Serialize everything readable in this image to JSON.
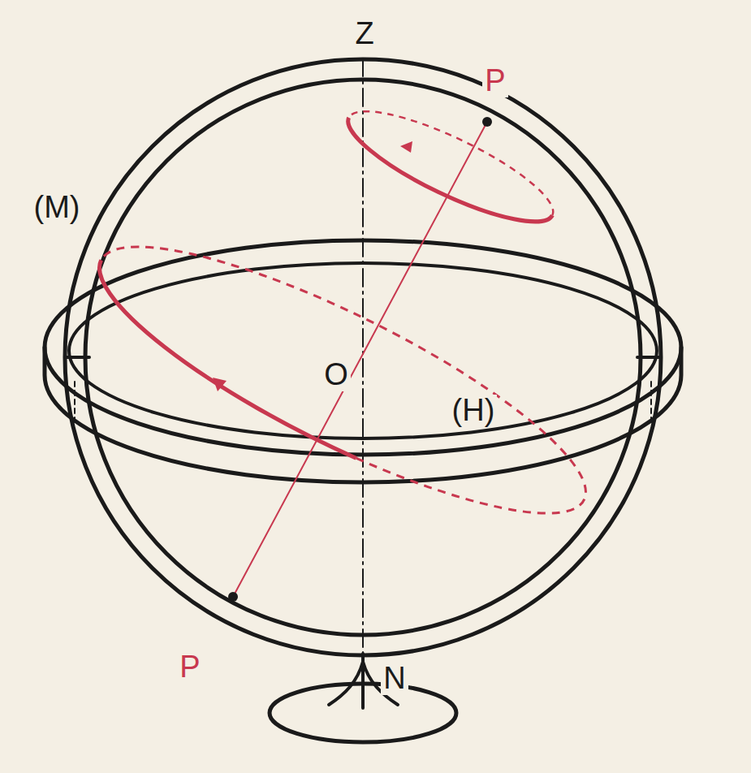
{
  "diagram": {
    "labels": [
      "Z",
      "P",
      "(M)",
      "O",
      "(H)",
      "P",
      "N"
    ]
  }
}
